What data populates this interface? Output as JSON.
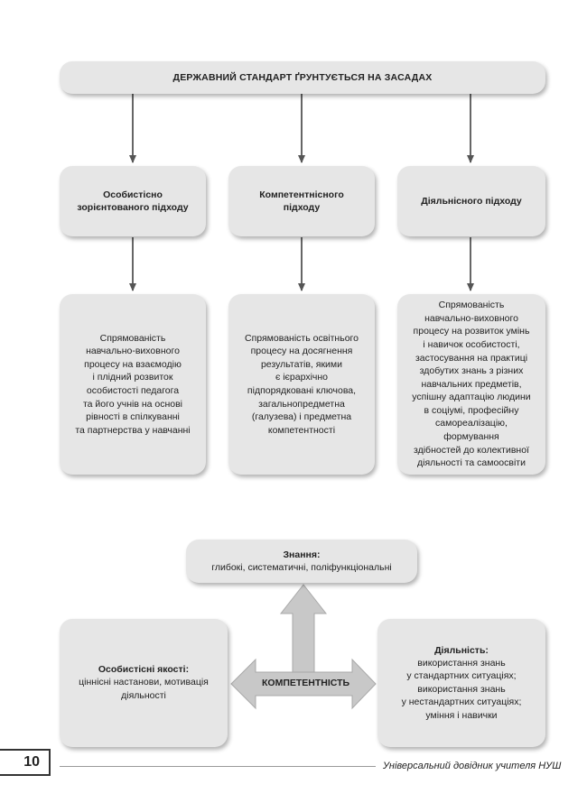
{
  "top_box": {
    "title": "ДЕРЖАВНИЙ СТАНДАРТ ҐРУНТУЄТЬСЯ НА ЗАСАДАХ"
  },
  "approaches": [
    {
      "head": [
        "Особистісно",
        "зорієнтованого підходу"
      ],
      "desc": [
        "Спрямованість",
        "навчально-виховного",
        "процесу на взаємодію",
        "і плідний розвиток",
        "особистості педагога",
        "та його учнів на основі",
        "рівності в спілкуванні",
        "та партнерства у навчанні"
      ]
    },
    {
      "head": [
        "Компетентнісного",
        "підходу"
      ],
      "desc": [
        "Спрямованість освітнього",
        "процесу на досягнення",
        "результатів, якими",
        "є ієрархічно",
        "підпорядковані ключова,",
        "загальнопредметна",
        "(галузева) і предметна",
        "компетентності"
      ]
    },
    {
      "head": [
        "Діяльнісного підходу"
      ],
      "desc": [
        "Спрямованість",
        "навчально-виховного",
        "процесу на розвиток умінь",
        "і навичок особистості,",
        "застосування на практиці",
        "здобутих знань з різних",
        "навчальних предметів,",
        "успішну адаптацію людини",
        "в соціумі, професійну",
        "самореалізацію, формування",
        "здібностей до колективної",
        "діяльності та самоосвіти"
      ]
    }
  ],
  "competence": {
    "center_label": "КОМПЕТЕНТНІСТЬ",
    "knowledge": {
      "title": "Знання:",
      "text": [
        "глибокі, систематичні, поліфункціональні"
      ]
    },
    "personal": {
      "title": "Особистісні якості:",
      "text": [
        "ціннісні настанови, мотивація",
        "діяльності"
      ]
    },
    "activity": {
      "title": "Діяльність:",
      "text": [
        "використання знань",
        "у стандартних ситуаціях;",
        "використання знань",
        "у нестандартних ситуаціях;",
        "уміння і навички"
      ]
    }
  },
  "footer": {
    "page_number": "10",
    "book_title": "Універсальний довідник учителя НУШ"
  }
}
